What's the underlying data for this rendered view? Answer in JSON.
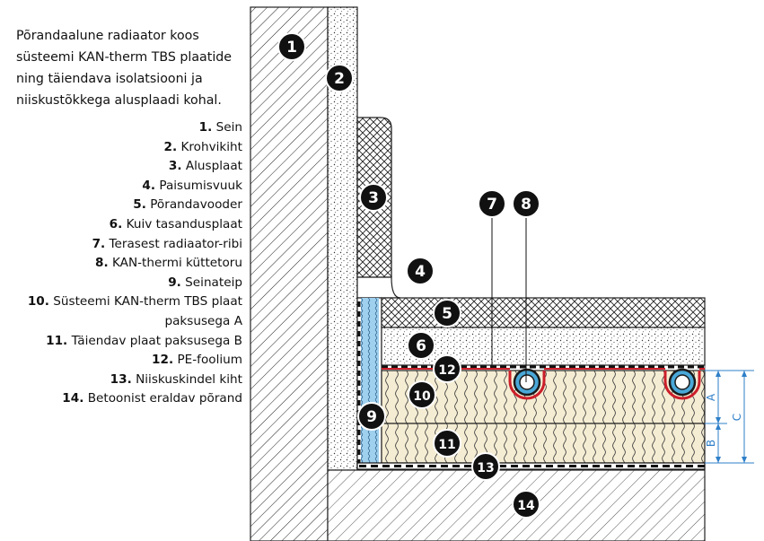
{
  "intro": "Põrandaalune radiaator koos süsteemi KAN-therm TBS plaatide ning täiendava isolatsiooni ja niiskustõkkega alusplaadi kohal.",
  "legend": [
    {
      "num": "1.",
      "text": "Sein"
    },
    {
      "num": "2.",
      "text": "Krohvikiht"
    },
    {
      "num": "3.",
      "text": "Alusplaat"
    },
    {
      "num": "4.",
      "text": "Paisumisvuuk"
    },
    {
      "num": "5.",
      "text": "Põrandavooder"
    },
    {
      "num": "6.",
      "text": "Kuiv tasandusplaat"
    },
    {
      "num": "7.",
      "text": "Terasest radiaator-ribi"
    },
    {
      "num": "8.",
      "text": "KAN-thermi küttetoru"
    },
    {
      "num": "9.",
      "text": "Seinateip"
    },
    {
      "num": "10.",
      "text": "Süsteemi KAN-therm TBS plaat",
      "extra": "paksusega A"
    },
    {
      "num": "11.",
      "text": "Täiendav plaat paksusega B"
    },
    {
      "num": "12.",
      "text": "PE-foolium"
    },
    {
      "num": "13.",
      "text": "Niiskuskindel kiht"
    },
    {
      "num": "14.",
      "text": "Betoonist eraldav põrand"
    }
  ],
  "markers": [
    "1",
    "2",
    "3",
    "4",
    "5",
    "6",
    "7",
    "8",
    "9",
    "10",
    "11",
    "12",
    "13",
    "14"
  ],
  "dimensions": {
    "a": "A",
    "b": "B",
    "c": "C"
  },
  "colors": {
    "pipe_outline": "#cc1f2a",
    "pipe_fill": "#4aa8d8",
    "wall_tape": "#9fd0ee",
    "dimension_lines": "#2e7fc9"
  }
}
